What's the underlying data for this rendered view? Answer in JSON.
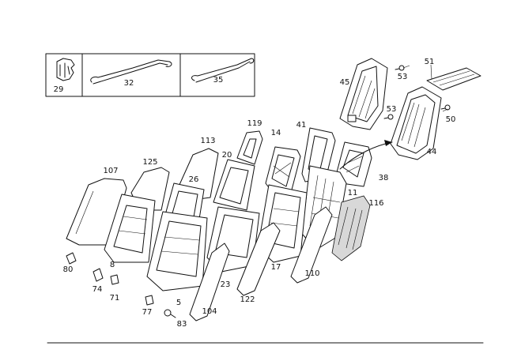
{
  "callouts": {
    "c29": "29",
    "c32": "32",
    "c35": "35",
    "c45": "45",
    "c53a": "53",
    "c51": "51",
    "c53b": "53",
    "c50": "50",
    "c44": "44",
    "c119": "119",
    "c14": "14",
    "c41": "41",
    "c113": "113",
    "c20": "20",
    "c125": "125",
    "c107": "107",
    "c26": "26",
    "c38": "38",
    "c11": "11",
    "c116": "116",
    "c80": "80",
    "c8": "8",
    "c74": "74",
    "c71": "71",
    "c17": "17",
    "c110": "110",
    "c23": "23",
    "c122": "122",
    "c5": "5",
    "c77": "77",
    "c104": "104",
    "c83": "83"
  }
}
